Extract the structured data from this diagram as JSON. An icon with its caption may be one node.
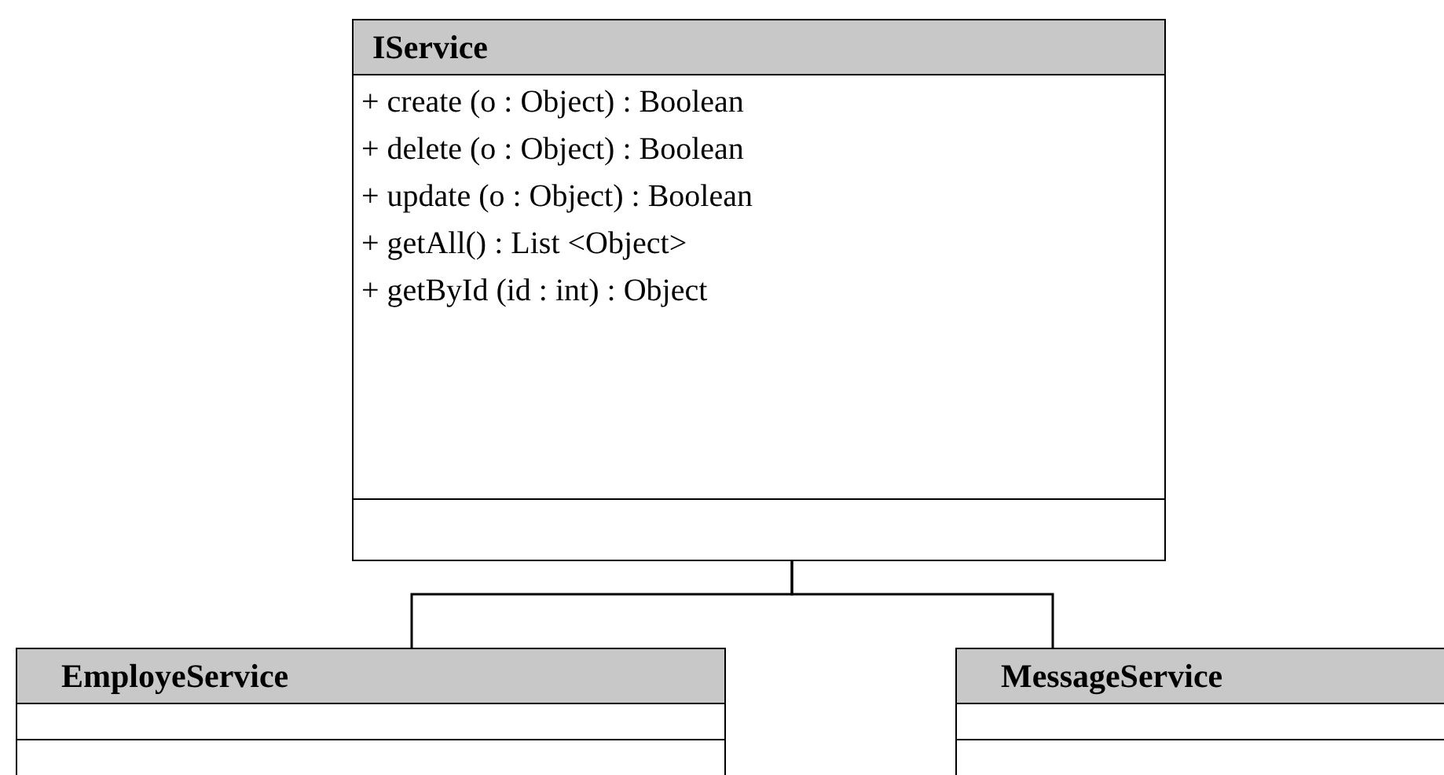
{
  "diagram": {
    "nodes": [
      {
        "text": [
          "IService",
          "+ create (o : Object) : Boolean",
          "+ delete (o : Object) : Boolean",
          "+ update (o : Object) : Boolean",
          "+ getAll() : List <Object>",
          "+ getById (id : int) : Object"
        ]
      },
      {
        "text": [
          "EmployeService"
        ]
      },
      {
        "text": [
          "MessageService"
        ]
      }
    ],
    "edges": [
      {
        "from": 1,
        "to": 0,
        "arrow": "none"
      },
      {
        "from": 2,
        "to": 0,
        "arrow": "none"
      }
    ]
  }
}
